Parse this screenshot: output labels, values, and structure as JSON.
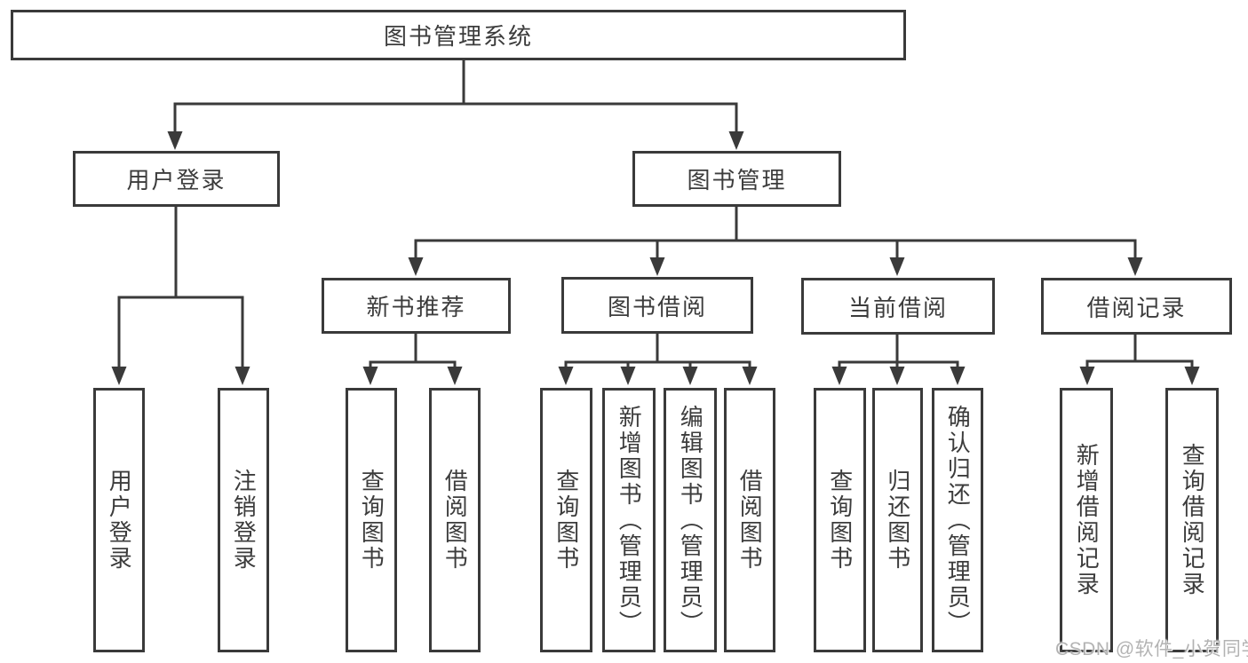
{
  "diagram_title": "图书管理系统",
  "colors": {
    "line": "#3a3a3a",
    "border": "#3a3a3a",
    "text": "#3c3c3c",
    "background": "#ffffff",
    "watermark": "#b3b3b3"
  },
  "nodes": {
    "root": {
      "label": "图书管理系统"
    },
    "user_login": {
      "label": "用户登录"
    },
    "book_mgmt": {
      "label": "图书管理"
    },
    "recommend": {
      "label": "新书推荐"
    },
    "borrowing": {
      "label": "图书借阅"
    },
    "current": {
      "label": "当前借阅"
    },
    "records": {
      "label": "借阅记录"
    },
    "leaves": [
      {
        "label": "用户登录"
      },
      {
        "label": "注销登录"
      },
      {
        "label": "查询图书"
      },
      {
        "label": "借阅图书"
      },
      {
        "label": "查询图书"
      },
      {
        "label": "新增图书（管理员）"
      },
      {
        "label": "编辑图书（管理员）"
      },
      {
        "label": "借阅图书"
      },
      {
        "label": "查询图书"
      },
      {
        "label": "归还图书"
      },
      {
        "label": "确认归还（管理员）"
      },
      {
        "label": "新增借阅记录"
      },
      {
        "label": "查询借阅记录"
      }
    ]
  },
  "watermark": {
    "text": "CSDN @软件_小贺同学"
  }
}
